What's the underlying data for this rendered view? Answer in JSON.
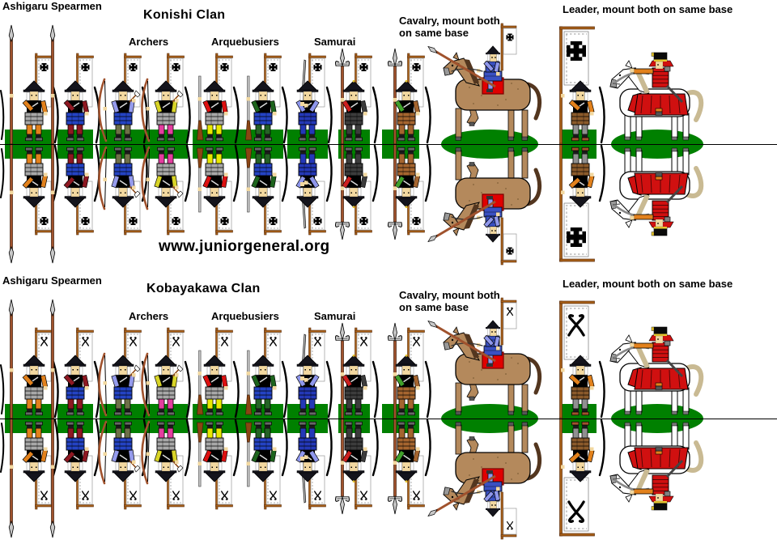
{
  "sheet": {
    "watermark": "www.juniorgeneral.org",
    "background": "#FFFFFF"
  },
  "rows": [
    {
      "clan": "Konishi Clan",
      "mon": "christian-cross"
    },
    {
      "clan": "Kobayakawa Clan",
      "mon": "crossed-sickles"
    }
  ],
  "labels": {
    "spearmen": "Ashigaru Spearmen",
    "archers": "Archers",
    "arquebusiers": "Arquebusiers",
    "samurai": "Samurai",
    "cavalry": "Cavalry, mount both\non same base",
    "leader": "Leader, mount both on same base"
  },
  "palette": {
    "base_green": "#008000",
    "fold_line": "#000000",
    "skin": "#F2D8A0",
    "helmet_dark": "#14141C",
    "chest_black": "#000000",
    "armor_gray": "#A8A8A8",
    "armor_blue": "#2443C4",
    "flag_white": "#FFFFFF",
    "pole_brown": "#A86018",
    "shaft_brown": "#A0522D",
    "blade_silver": "#C8C8C8",
    "horse_brown": "#B4895C",
    "horse_dark_brown": "#53361F",
    "horse_white": "#FFFFFF",
    "horse_tan": "#C9BA93",
    "saddle_red": "#E00000",
    "leader_red": "#D01010",
    "rider_blue": "#3A50C2",
    "rider_blue_light": "#8F97EC",
    "gold": "#E8C830"
  },
  "figures": {
    "spearmen": [
      {
        "name": "ashigaru-spearman-orange",
        "sleeve": "#E2811C",
        "skirt": "#A8A8A8",
        "pants": "#E2811C",
        "weapon": "spear"
      },
      {
        "name": "ashigaru-spearman-maroon",
        "sleeve": "#8E1822",
        "skirt": "#2443C4",
        "pants": "#8E1822",
        "weapon": "spear"
      }
    ],
    "archers": [
      {
        "name": "archer-periwinkle",
        "sleeve": "#959BEC",
        "skirt": "#2443C4",
        "pants": "#6E7048",
        "weapon": "bow"
      },
      {
        "name": "archer-yellow",
        "sleeve": "#D8D428",
        "skirt": "#A8A8A8",
        "pants": "#E43D9E",
        "weapon": "bow"
      }
    ],
    "arquebusiers": [
      {
        "name": "arquebusier-red",
        "sleeve": "#DD1111",
        "skirt": "#A8A8A8",
        "pants": "#E8E800",
        "weapon": "musket"
      },
      {
        "name": "arquebusier-green",
        "sleeve": "#1D641D",
        "skirt": "#2443C4",
        "pants": "#256325",
        "weapon": "musket"
      }
    ],
    "samurai": [
      {
        "name": "samurai-blue",
        "sleeve": "#8F97EC",
        "skirt": "#2438B8",
        "pants": "#2438B8",
        "weapon": "sword"
      },
      {
        "name": "samurai-black",
        "sleeve": "#3C3C3C",
        "accent": "#CC2020",
        "skirt": "#3C3C3C",
        "pants": "#3C3C3C",
        "weapon": "jumonji"
      },
      {
        "name": "samurai-brown",
        "sleeve": "#A5652F",
        "accent": "#3FA02A",
        "skirt": "#A5652F",
        "pants": "#A5652F",
        "weapon": "jumonji"
      }
    ],
    "standard_bearer": {
      "name": "standard-bearer",
      "sleeve": "#E2811C",
      "skirt": "#8B5A2B",
      "pants": "#909090",
      "shoes": "#A0522D",
      "weapon": "none"
    },
    "cavalry": {
      "name": "cavalry-rider",
      "armor": "#3A50C2",
      "sleeve": "#8F97EC",
      "horse": "#B4895C"
    },
    "leader": {
      "name": "mounted-leader",
      "armor": "#D01010",
      "sleeve": "#E2811C",
      "horse": "#FFFFFF"
    }
  }
}
